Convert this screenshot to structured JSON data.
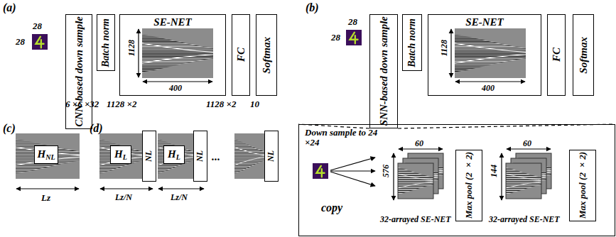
{
  "diagram": {
    "nodes": [
      {
        "text": [
          "CNN-based down sample"
        ]
      },
      {
        "text": [
          "Batch norm"
        ]
      },
      {
        "text": [
          "SE-NET"
        ]
      },
      {
        "text": [
          "FC"
        ]
      },
      {
        "text": [
          "Softmax"
        ]
      },
      {
        "text": [
          "SNN-based down sample"
        ]
      },
      {
        "text": [
          "Batch norm"
        ]
      },
      {
        "text": [
          "SE-NET"
        ]
      },
      {
        "text": [
          "FC"
        ]
      },
      {
        "text": [
          "Softmax"
        ]
      },
      {
        "text": [
          "Down sample to 24 ×24"
        ]
      },
      {
        "text": [
          "Max pool (2 ×2)"
        ],
        "in": 10
      },
      {
        "text": [
          "Max pool (2 ×2)"
        ],
        "in": 10
      },
      {
        "text": [
          "H",
          "NL"
        ]
      },
      {
        "text": [
          "H",
          "L"
        ]
      },
      {
        "text": [
          "NL"
        ]
      },
      {
        "text": [
          "H",
          "L"
        ]
      },
      {
        "text": [
          "NL"
        ]
      },
      {
        "text": [
          "NL"
        ]
      }
    ],
    "edges": [
      {
        "from": 5,
        "to": 10,
        "arrow": "none"
      }
    ],
    "labels": [
      "(a)",
      "28",
      "28",
      "1128",
      "400",
      "6 ×6 ×32",
      "1128 ×2",
      "1128 ×2",
      "10",
      "(b)",
      "28",
      "28",
      "1128",
      "400",
      "copy",
      "576",
      "60",
      "32-arrayed SE-NET",
      "144",
      "60",
      "32-arrayed SE-NET",
      "(c)",
      "Lz",
      "(d)",
      "Lz/N",
      "Lz/N",
      "..."
    ]
  }
}
